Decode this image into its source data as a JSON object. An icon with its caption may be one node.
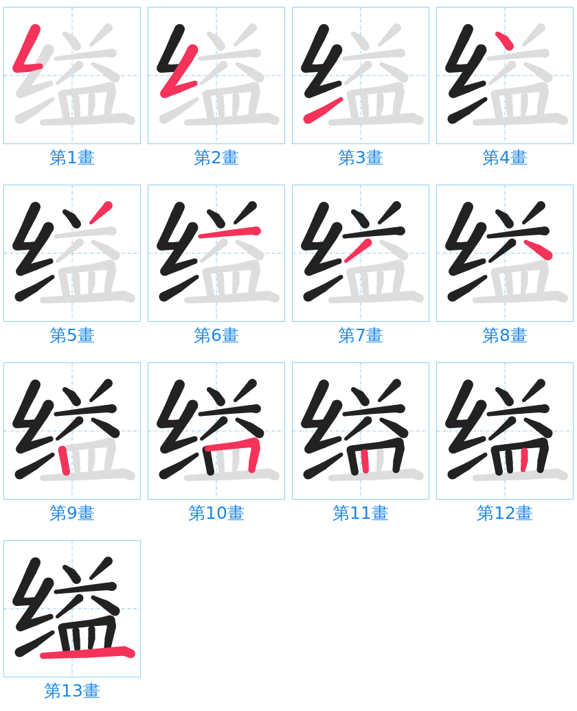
{
  "diagram": {
    "nodes": [
      {
        "text": [],
        "shape": "picture",
        "beside": [
          "第1畫"
        ]
      },
      {
        "text": [],
        "shape": "picture",
        "beside": [
          "第2畫"
        ]
      },
      {
        "text": [],
        "shape": "picture",
        "beside": [
          "第3畫"
        ]
      },
      {
        "text": [],
        "shape": "picture",
        "beside": [
          "第4畫"
        ]
      },
      {
        "text": [],
        "shape": "picture",
        "beside": [
          "第5畫"
        ]
      },
      {
        "text": [],
        "shape": "picture",
        "beside": [
          "第6畫"
        ]
      },
      {
        "text": [],
        "shape": "picture",
        "beside": [
          "第7畫"
        ]
      },
      {
        "text": [],
        "shape": "picture",
        "beside": [
          "第8畫"
        ]
      },
      {
        "text": [],
        "shape": "picture",
        "beside": [
          "第9畫"
        ]
      },
      {
        "text": [],
        "shape": "picture",
        "beside": [
          "第10畫"
        ]
      },
      {
        "text": [],
        "shape": "picture",
        "beside": [
          "第11畫"
        ]
      },
      {
        "text": [],
        "shape": "picture",
        "beside": [
          "第12畫"
        ]
      },
      {
        "text": [],
        "shape": "picture",
        "beside": [
          "第13畫"
        ]
      }
    ]
  }
}
